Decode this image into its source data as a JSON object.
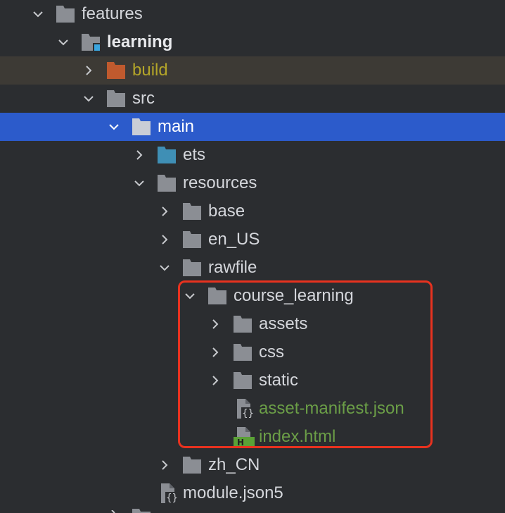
{
  "tree": {
    "features": "features",
    "learning": "learning",
    "build": "build",
    "src": "src",
    "main": "main",
    "ets": "ets",
    "resources": "resources",
    "base": "base",
    "en_US": "en_US",
    "rawfile": "rawfile",
    "course_learning": "course_learning",
    "assets": "assets",
    "css": "css",
    "static": "static",
    "asset_manifest": "asset-manifest.json",
    "index_html": "index.html",
    "zh_CN": "zh_CN",
    "module_json5": "module.json5"
  },
  "colors": {
    "background": "#2b2d30",
    "selection": "#2c5bcb",
    "excluded_row": "#3d3a35",
    "folder": "#8b8e94",
    "excluded_folder": "#c05a2e",
    "source_folder": "#3f8fb5",
    "module_badge": "#3ba6e0",
    "untracked_file_text": "#6b9e47",
    "highlight_border": "#e8321f"
  },
  "icons": {
    "expanded": "chevron-down-icon",
    "collapsed": "chevron-right-icon",
    "folder": "folder-icon",
    "module_folder": "module-folder-icon",
    "json_file": "json-file-icon",
    "html_file": "html-file-icon"
  }
}
